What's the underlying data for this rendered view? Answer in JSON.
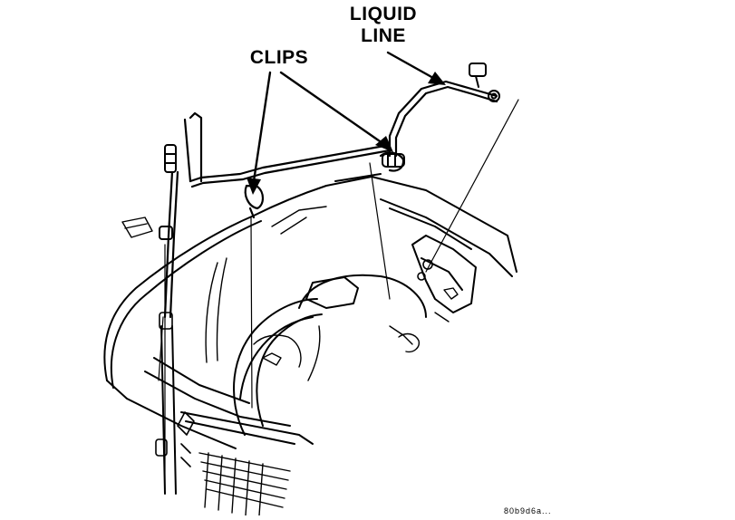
{
  "labels": {
    "liquid_line_1": "LIQUID",
    "liquid_line_2": "LINE",
    "clips": "CLIPS"
  },
  "figure_code": "80b9d6a..."
}
